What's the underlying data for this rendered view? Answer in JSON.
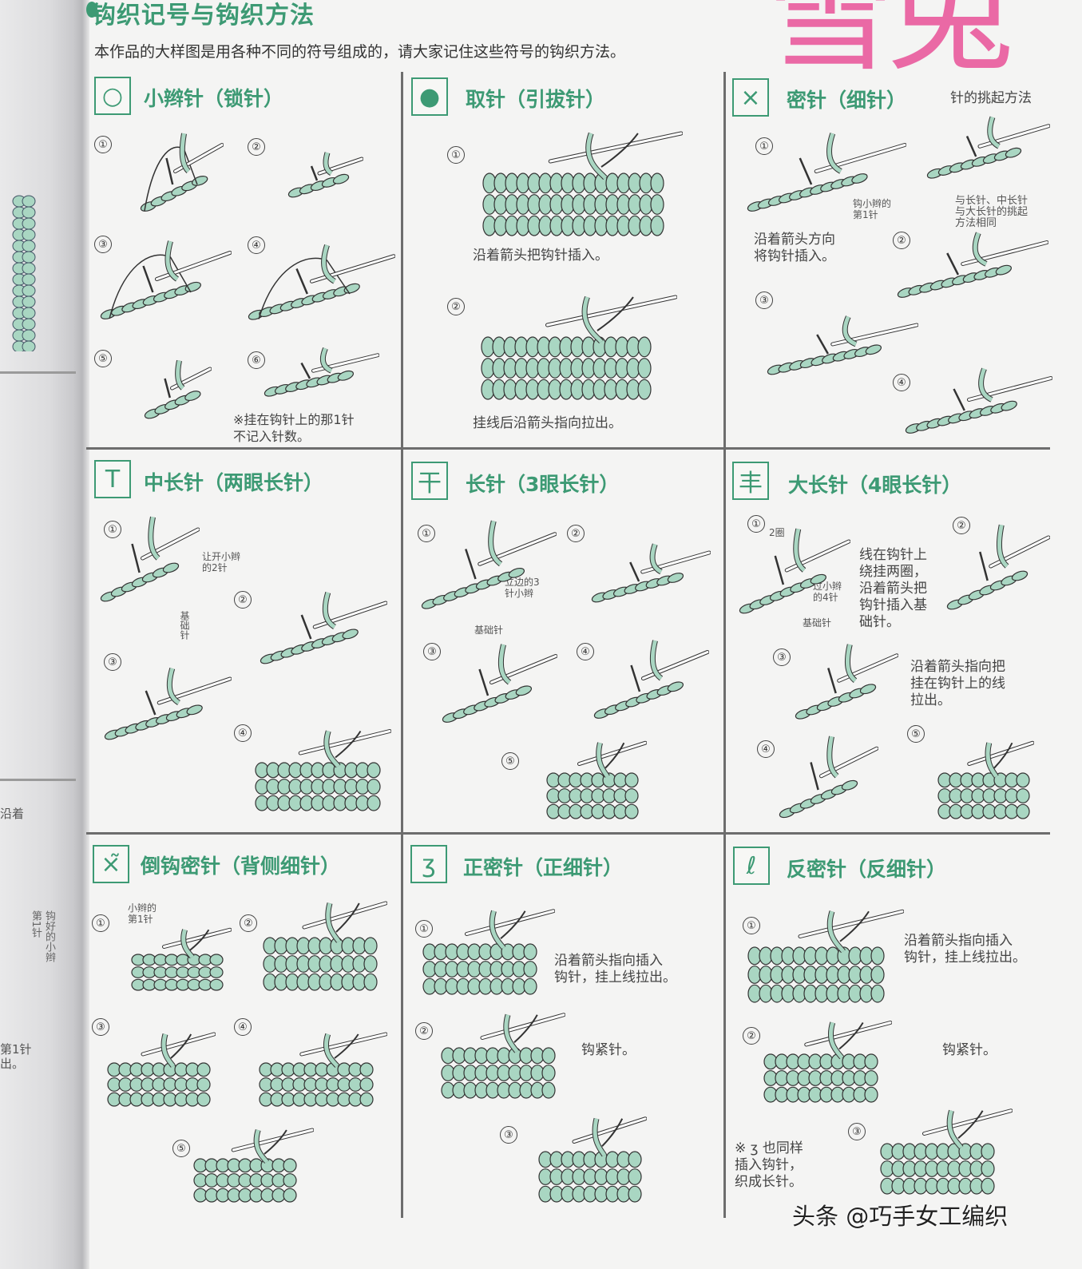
{
  "header": {
    "title": "钩织记号与钩织方法",
    "subtitle": "本作品的大样图是用各种不同的符号组成的，请大家记住这些符号的钩织方法。",
    "brand": "雪兔"
  },
  "left_page": {
    "texts": [
      "沿着",
      "第1针",
      "钩好的小辫",
      "第1针\n出。"
    ]
  },
  "colors": {
    "accent_green": "#3d9a74",
    "yarn_green": "#a9d6c2",
    "brand_pink": "#ea5b9d",
    "divider": "#6d6d6d"
  },
  "panels": [
    {
      "symbol": "○",
      "symbol_icon": "chain-symbol",
      "title": "小辫针（锁针）",
      "steps": [
        "①",
        "②",
        "③",
        "④",
        "⑤",
        "⑥"
      ],
      "note": "※挂在钩针上的那1针\n不记入针数。"
    },
    {
      "symbol": "●",
      "symbol_icon": "slip-stitch-symbol",
      "title": "取针（引拔针）",
      "steps": [
        "①",
        "②"
      ],
      "captions": [
        "沿着箭头把钩针插入。",
        "挂线后沿箭头指向拉出。"
      ]
    },
    {
      "symbol": "×",
      "symbol_icon": "single-crochet-symbol",
      "title": "密针（细针）",
      "extra_title": "针的挑起方法",
      "steps": [
        "①",
        "②",
        "③",
        "④"
      ],
      "labels": [
        "钩小辫的\n第1针"
      ],
      "captions": [
        "沿着箭头方向\n将钩针插入。"
      ],
      "note": "与长针、中长针\n与大长针的挑起\n方法相同"
    },
    {
      "symbol": "T",
      "symbol_icon": "half-double-crochet-symbol",
      "title": "中长针（两眼长针）",
      "steps": [
        "①",
        "②",
        "③",
        "④"
      ],
      "labels": [
        "让开小辫\n的2针",
        "基础针"
      ]
    },
    {
      "symbol": "干",
      "symbol_icon": "double-crochet-symbol",
      "title": "长针（3眼长针）",
      "steps": [
        "①",
        "②",
        "③",
        "④",
        "⑤"
      ],
      "labels": [
        "立边的3\n针小辫",
        "基础针"
      ]
    },
    {
      "symbol": "丰",
      "symbol_icon": "treble-crochet-symbol",
      "title": "大长针（4眼长针）",
      "steps": [
        "①",
        "②",
        "③",
        "④",
        "⑤"
      ],
      "labels": [
        "2圈",
        "过小辫\n的4针",
        "基础针"
      ],
      "captions": [
        "线在钩针上\n绕挂两圈，\n沿着箭头把\n钩针插入基\n础针。",
        "沿着箭头指向把\n挂在钩针上的线\n拉出。"
      ]
    },
    {
      "symbol": "×̃",
      "symbol_icon": "back-loop-single-crochet-symbol",
      "title": "倒钩密针（背侧细针）",
      "steps": [
        "①",
        "②",
        "③",
        "④",
        "⑤"
      ],
      "labels": [
        "小辫的\n第1针"
      ]
    },
    {
      "symbol": "ʒ",
      "symbol_icon": "front-post-single-crochet-symbol",
      "title": "正密针（正细针）",
      "steps": [
        "①",
        "②",
        "③"
      ],
      "captions": [
        "沿着箭头指向插入\n钩针，挂上线拉出。",
        "钩紧针。"
      ]
    },
    {
      "symbol": "ℓ",
      "symbol_icon": "back-post-single-crochet-symbol",
      "title": "反密针（反细针）",
      "steps": [
        "①",
        "②",
        "③"
      ],
      "captions": [
        "沿着箭头指向插入\n钩针，挂上线拉出。",
        "钩紧针。"
      ],
      "note": "※  ʒ  也同样\n插入钩针，\n织成长针。"
    }
  ],
  "footer": {
    "watermark": "头条 @巧手女工编织"
  }
}
